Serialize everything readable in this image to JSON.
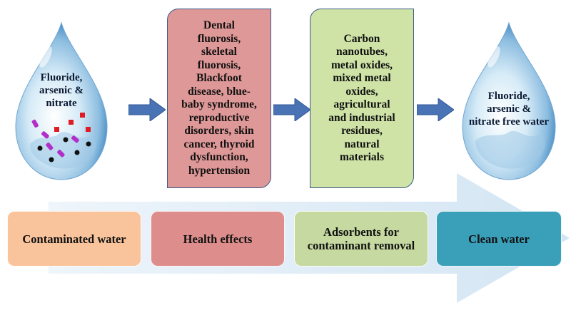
{
  "drops": {
    "left": "Fluoride,\narsenic &\nnitrate",
    "right": "Fluoride,\narsenic &\nnitrate free water"
  },
  "boxes": {
    "health": "Dental\nfluorosis,\nskeletal\nfluorosis,\nBlackfoot\ndisease, blue-\nbaby syndrome,\nreproductive\ndisorders, skin\ncancer, thyroid\ndysfunction,\nhypertension",
    "adsorbents": "Carbon\nnanotubes,\nmetal oxides,\nmixed metal\noxides,\nagricultural\nand industrial\nresidues,\nnatural\nmaterials"
  },
  "stages": [
    {
      "label": "Contaminated water",
      "color": "#f9c49b"
    },
    {
      "label": "Health effects",
      "color": "#dd8e8c"
    },
    {
      "label": "Adsorbents for\ncontaminant removal",
      "color": "#c6d9a0"
    },
    {
      "label": "Clean water",
      "color": "#3a9fb9"
    }
  ],
  "colors": {
    "health_box": "#de9897",
    "adsorbent_box": "#cfe3a6",
    "arrow": "#4a73b5",
    "big_arrow": "#dbeaf5",
    "drop_light": "#e8f4fb",
    "drop_dark": "#5c9cc9"
  }
}
